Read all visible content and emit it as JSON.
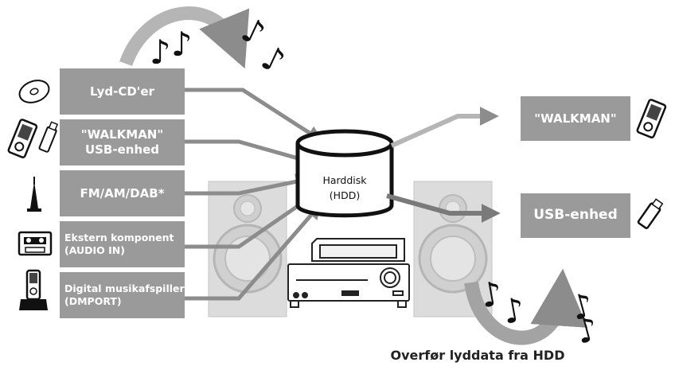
{
  "sources": {
    "cd": "Lyd-CD'er",
    "walkman_usb_line1": "\"WALKMAN\"",
    "walkman_usb_line2": "USB-enhed",
    "tuner": "FM/AM/DAB*",
    "external_line1": "Ekstern komponent",
    "external_line2": "(AUDIO IN)",
    "dmport_line1": "Digital musikafspiller",
    "dmport_line2": "(DMPORT)"
  },
  "hdd": {
    "line1": "Harddisk",
    "line2": "(HDD)"
  },
  "destinations": {
    "walkman": "\"WALKMAN\"",
    "usb": "USB-enhed"
  },
  "caption": "Overfør lyddata fra HDD",
  "colors": {
    "box": "#9a9a9a",
    "arrow": "#8c8c8c",
    "speaker": "#d6d6d6",
    "text_light": "#ffffff"
  },
  "icons": [
    "cd-icon",
    "walkman-icon",
    "usb-stick-icon",
    "antenna-icon",
    "cassette-icon",
    "music-player-dock-icon",
    "hard-disk-icon",
    "speaker-icon",
    "stereo-unit-icon",
    "music-note-icon"
  ]
}
